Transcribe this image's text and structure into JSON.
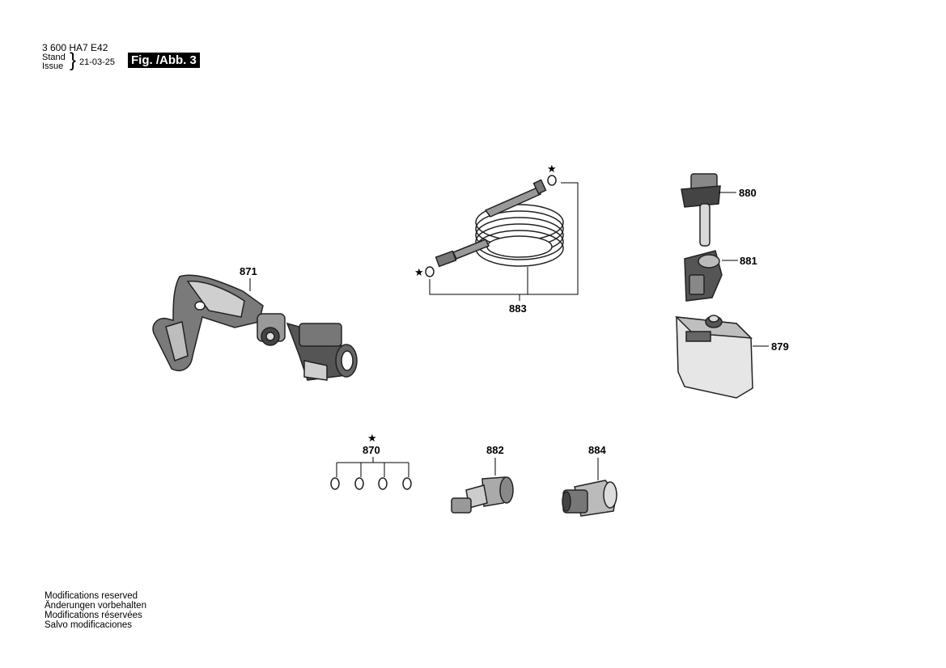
{
  "header": {
    "doc_number": "3 600 HA7 E42",
    "stand_label": "Stand",
    "issue_label": "Issue",
    "date": "21-03-25",
    "figure": "Fig. /Abb. 3"
  },
  "parts": {
    "p871": "871",
    "p883": "883",
    "p880": "880",
    "p881": "881",
    "p879": "879",
    "p870": "870",
    "p882": "882",
    "p884": "884"
  },
  "star": "★",
  "footer": [
    "Modifications reserved",
    "Änderungen vorbehalten",
    "Modifications réservées",
    "Salvo modificaciones"
  ]
}
